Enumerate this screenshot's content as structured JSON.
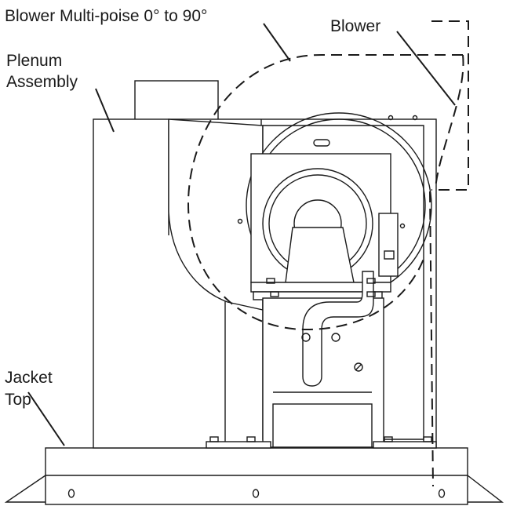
{
  "labels": {
    "blower_multi_poise": "Blower Multi-poise 0° to 90°",
    "blower": "Blower",
    "plenum_line1": "Plenum",
    "plenum_line2": "Assembly",
    "jacket_line1": "Jacket",
    "jacket_line2": "Top"
  }
}
